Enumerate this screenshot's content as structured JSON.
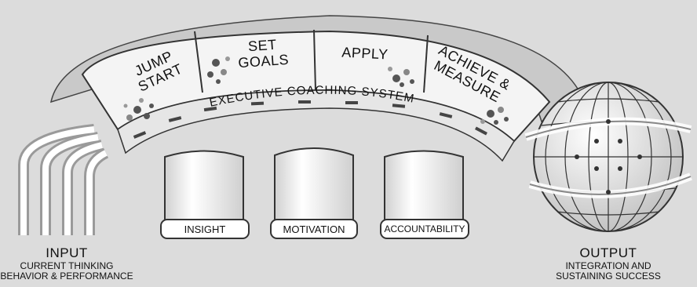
{
  "system_label": "EXECUTIVE COACHING SYSTEM",
  "segments": [
    {
      "line1": "JUMP",
      "line2": "START"
    },
    {
      "line1": "SET",
      "line2": "GOALS"
    },
    {
      "line1": "APPLY",
      "line2": ""
    },
    {
      "line1": "ACHIEVE &",
      "line2": "MEASURE"
    }
  ],
  "pillars": [
    "INSIGHT",
    "MOTIVATION",
    "ACCOUNTABILITY"
  ],
  "input": {
    "title": "INPUT",
    "line1": "CURRENT THINKING",
    "line2": "BEHAVIOR & PERFORMANCE"
  },
  "output": {
    "title": "OUTPUT",
    "line1": "INTEGRATION AND",
    "line2": "SUSTAINING SUCCESS"
  },
  "colors": {
    "background": "#dcdcdc",
    "ink": "#111111",
    "arch_face": "#f4f4f4",
    "dots": "#555555"
  },
  "icons": [
    "input-streams",
    "globe-icon"
  ]
}
